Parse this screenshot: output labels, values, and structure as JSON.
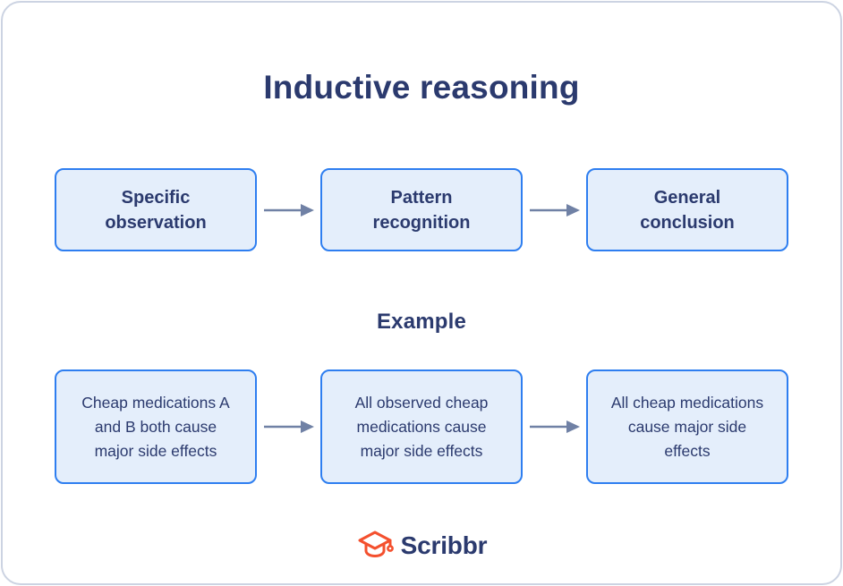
{
  "title": "Inductive reasoning",
  "example_label": "Example",
  "process_flow": {
    "steps": [
      "Specific observation",
      "Pattern recognition",
      "General conclusion"
    ]
  },
  "example_flow": {
    "steps": [
      "Cheap medications A and B both cause major side effects",
      "All observed cheap medications cause major side effects",
      "All cheap medications cause major side effects"
    ]
  },
  "brand": {
    "name": "Scribbr",
    "icon": "graduation-cap-icon"
  },
  "colors": {
    "navy": "#2b3a6e",
    "box_fill": "#e4eefb",
    "box_border": "#2e7ef0",
    "arrow": "#7081a5",
    "brand_orange": "#f4502e",
    "card_border": "#ccd3e2",
    "card_bg": "#ffffff"
  }
}
